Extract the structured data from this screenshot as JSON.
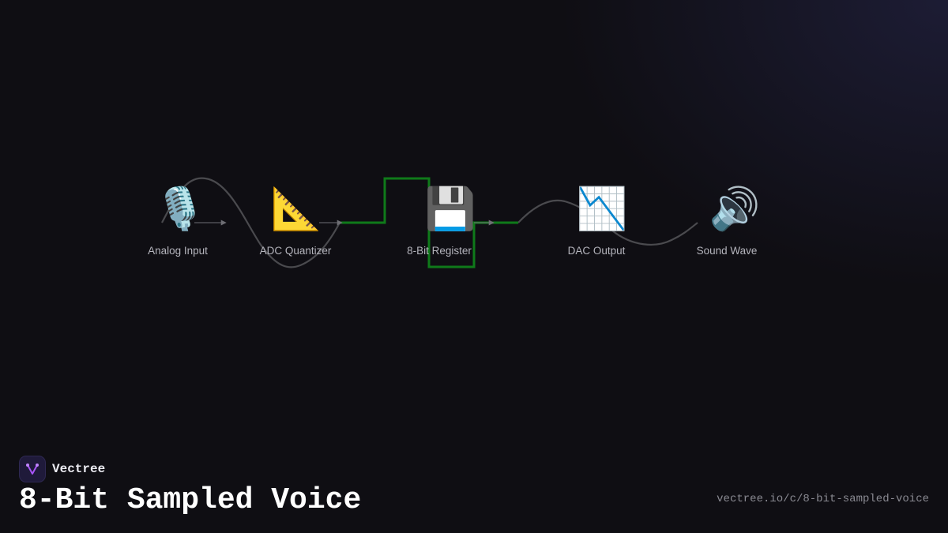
{
  "diagram": {
    "nodes": [
      {
        "id": "analog-input",
        "icon": "microphone-icon",
        "glyph": "🎙️",
        "label": "Analog Input"
      },
      {
        "id": "adc-quantizer",
        "icon": "triangular-ruler-icon",
        "glyph": "📐",
        "label": "ADC Quantizer"
      },
      {
        "id": "8-bit-register",
        "icon": "floppy-disk-icon",
        "glyph": "💾",
        "label": "8-Bit Register"
      },
      {
        "id": "dac-output",
        "icon": "chart-decreasing-icon",
        "glyph": "📉",
        "label": "DAC Output"
      },
      {
        "id": "sound-wave",
        "icon": "speaker-high-volume-icon",
        "glyph": "🔊",
        "label": "Sound Wave"
      }
    ],
    "edges": [
      {
        "from": "analog-input",
        "to": "adc-quantizer"
      },
      {
        "from": "adc-quantizer",
        "to": "8-bit-register"
      },
      {
        "from": "8-bit-register",
        "to": "dac-output"
      }
    ],
    "colors": {
      "background": "#0f0e13",
      "analog_wave": "#4a4a4e",
      "digital_wave": "#0f7a1a",
      "connector": "#6e6e74",
      "label": "#b4b4bc"
    }
  },
  "brand": {
    "name": "Vectree",
    "logo_icon": "vectree-logo-icon",
    "accent": "#a855f7"
  },
  "footer": {
    "title": "8-Bit Sampled Voice",
    "url": "vectree.io/c/8-bit-sampled-voice"
  }
}
